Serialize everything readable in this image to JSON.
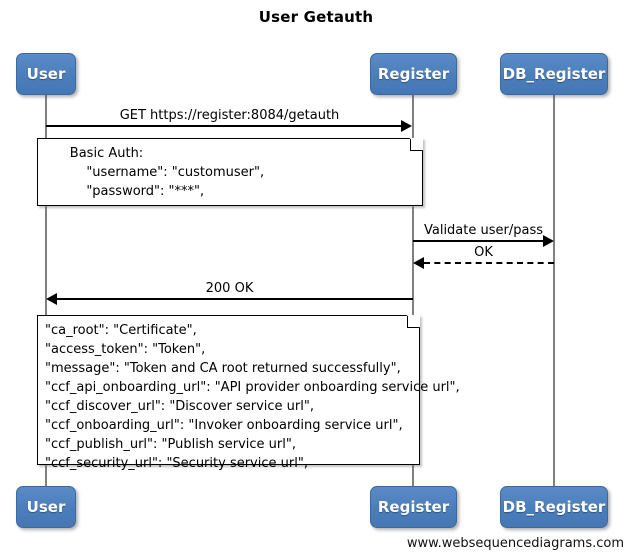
{
  "diagram": {
    "title": "User Getauth",
    "footer": "www.websequencediagrams.com",
    "accent_color": "#4a7ebb",
    "lifeline_color": "#808080",
    "note_border_color": "#000000"
  },
  "actors": [
    {
      "id": "user",
      "label": "User"
    },
    {
      "id": "register",
      "label": "Register"
    },
    {
      "id": "db_register",
      "label": "DB_Register"
    }
  ],
  "messages": [
    {
      "id": "msg-get-getauth",
      "label": "GET https://register:8084/getauth",
      "from": "User",
      "to": "Register",
      "direction": "right",
      "style": "solid"
    },
    {
      "id": "msg-validate",
      "label": "Validate user/pass",
      "from": "Register",
      "to": "DB_Register",
      "direction": "right",
      "style": "solid"
    },
    {
      "id": "msg-ok",
      "label": "OK",
      "from": "DB_Register",
      "to": "Register",
      "direction": "left",
      "style": "dashed"
    },
    {
      "id": "msg-200-ok",
      "label": "200 OK",
      "from": "Register",
      "to": "User",
      "direction": "left",
      "style": "solid"
    }
  ],
  "notes": [
    {
      "id": "note-basic-auth",
      "text": "      Basic Auth:\n          \"username\": \"customuser\",\n          \"password\": \"***\","
    },
    {
      "id": "note-response-body",
      "text": "\"ca_root\": \"Certificate\",\n\"access_token\": \"Token\",\n\"message\": \"Token and CA root returned successfully\",\n\"ccf_api_onboarding_url\": \"API provider onboarding service url\",\n\"ccf_discover_url\": \"Discover service url\",\n\"ccf_onboarding_url\": \"Invoker onboarding service url\",\n\"ccf_publish_url\": \"Publish service url\",\n\"ccf_security_url\": \"Security service url\","
    }
  ]
}
